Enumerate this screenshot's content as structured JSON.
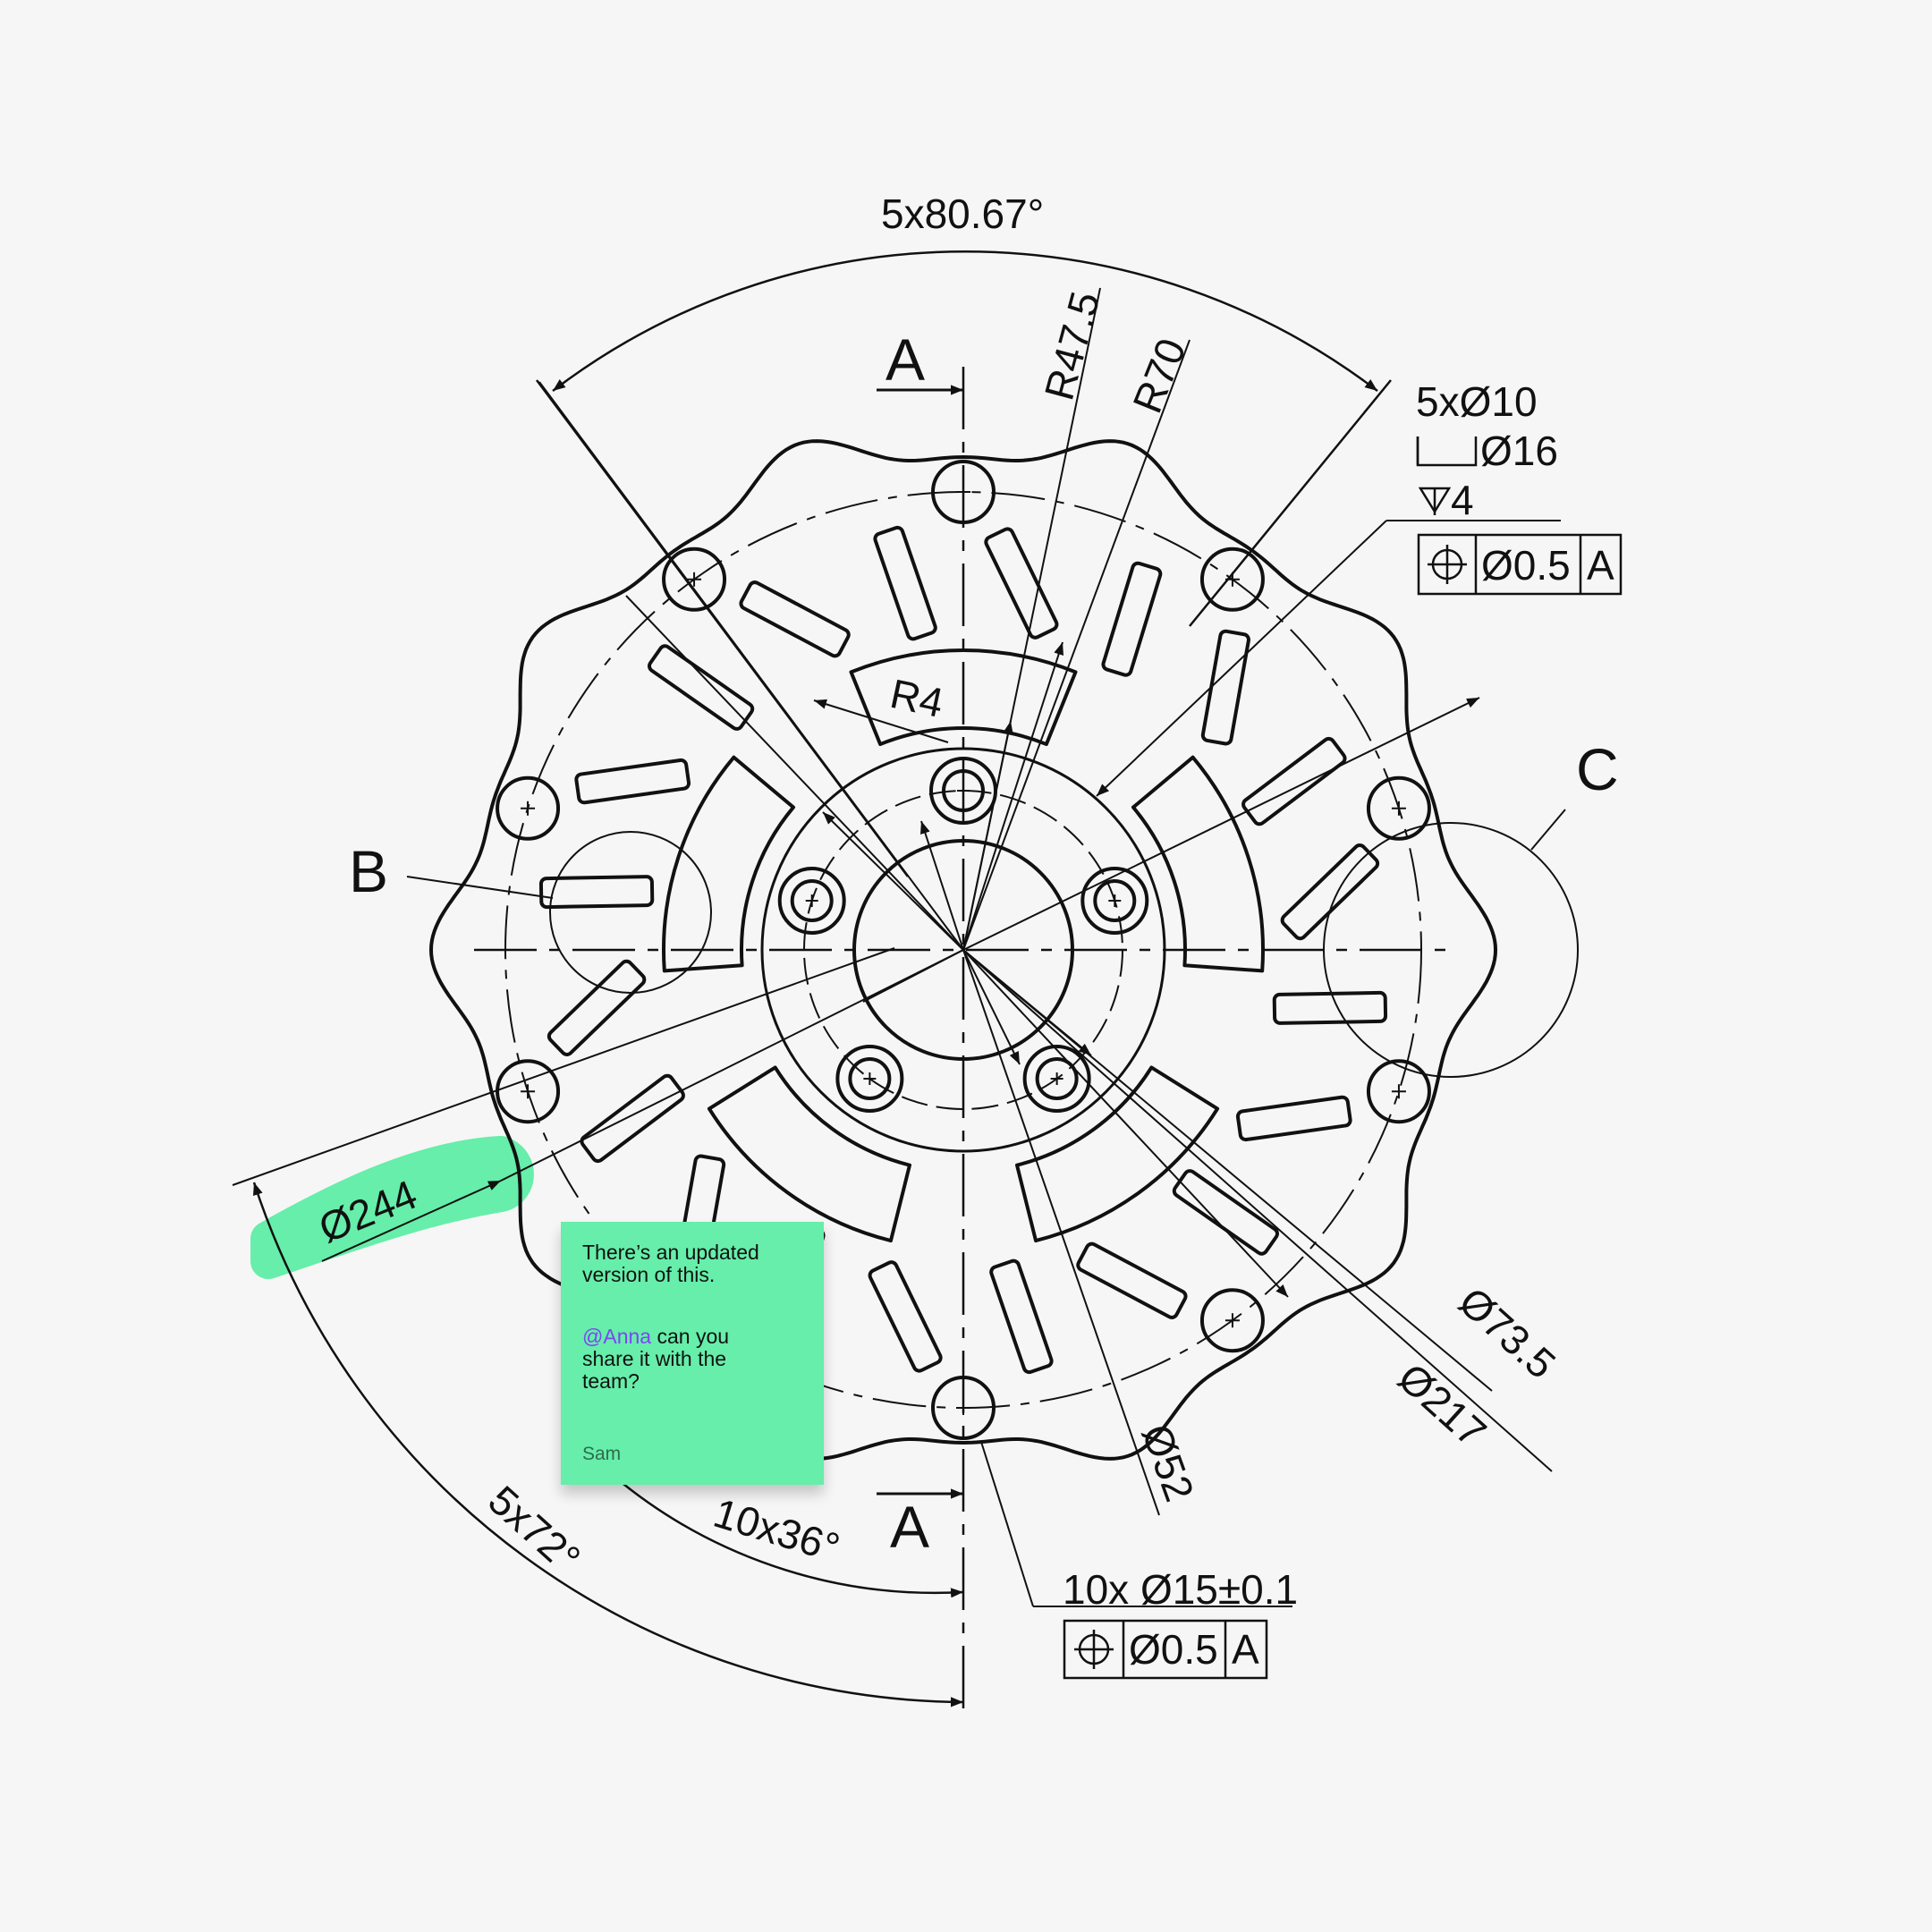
{
  "drawing": {
    "dims": {
      "top_angle": "5x80.67°",
      "r47_5": "R47.5",
      "r70": "R70",
      "r4": "R4",
      "d244": "Ø244",
      "d73_5": "Ø73.5",
      "d217": "Ø217",
      "d52": "Ø52",
      "angle_10x36": "10x36°",
      "angle_5x72": "5x72°"
    },
    "section_labels": {
      "a_top": "A",
      "a_bottom": "A",
      "b": "B",
      "c": "C"
    },
    "hole_callout": {
      "count_dia": "5xØ10",
      "cbore": "Ø16",
      "depth": "4",
      "tol": "Ø0.5",
      "datum": "A"
    },
    "bolt_callout": {
      "count_dia": "10x Ø15±0.1",
      "tol": "Ø0.5",
      "datum": "A"
    }
  },
  "sticky_note": {
    "line1": "There’s an updated",
    "line2": "version of this.",
    "mention": "@Anna",
    "line3_rest": " can you",
    "line4": "share it with the",
    "line5": "team?",
    "author": "Sam"
  },
  "colors": {
    "highlight": "#66eeaa",
    "mention": "#7a47f2",
    "ink": "#111111",
    "background": "#f6f6f6"
  }
}
